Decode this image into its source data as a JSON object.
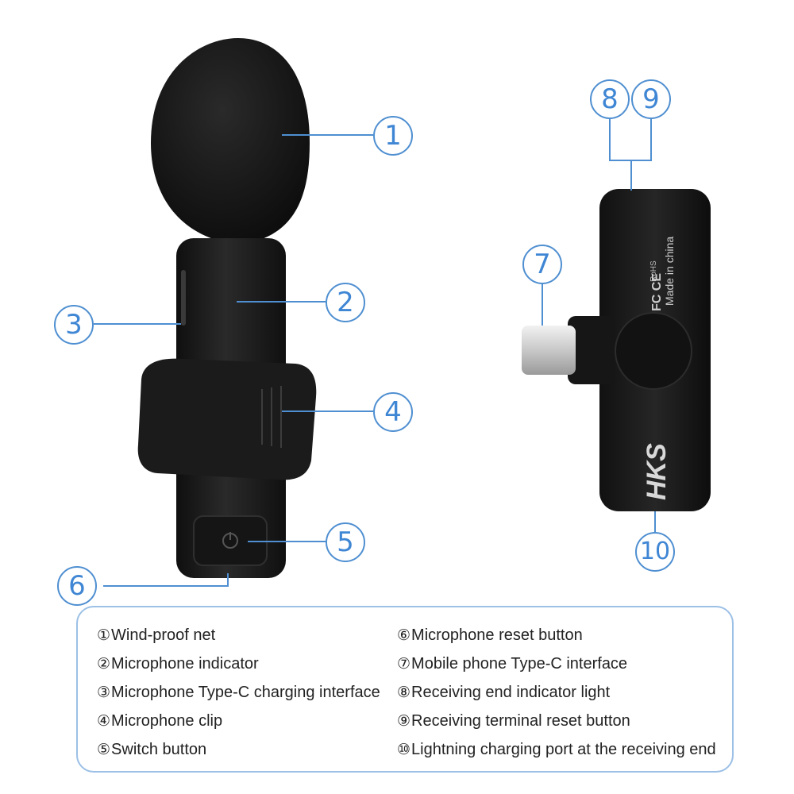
{
  "callouts": [
    {
      "num": "1"
    },
    {
      "num": "2"
    },
    {
      "num": "3"
    },
    {
      "num": "4"
    },
    {
      "num": "5"
    },
    {
      "num": "6"
    },
    {
      "num": "7"
    },
    {
      "num": "8"
    },
    {
      "num": "9"
    },
    {
      "num": "10"
    }
  ],
  "receiver_text": {
    "made_in": "Made in china",
    "marks": "RoHS",
    "fcc": "FC CE"
  },
  "brand": "HKS",
  "legend": {
    "items": [
      {
        "num": "①",
        "label": "Wind-proof net"
      },
      {
        "num": "②",
        "label": "Microphone indicator"
      },
      {
        "num": "③",
        "label": "Microphone Type-C charging interface"
      },
      {
        "num": "④",
        "label": "Microphone clip"
      },
      {
        "num": "⑤",
        "label": "Switch button"
      },
      {
        "num": "⑥",
        "label": "Microphone reset button"
      },
      {
        "num": "⑦",
        "label": "Mobile phone Type-C interface"
      },
      {
        "num": "⑧",
        "label": "Receiving end indicator light"
      },
      {
        "num": "⑨",
        "label": "Receiving terminal reset button"
      },
      {
        "num": "⑩",
        "label": "Lightning charging port at the receiving end"
      }
    ]
  },
  "colors": {
    "accent": "#4f8fd1",
    "device": "#1a1a1a",
    "legend_border": "#9cc0e6"
  }
}
